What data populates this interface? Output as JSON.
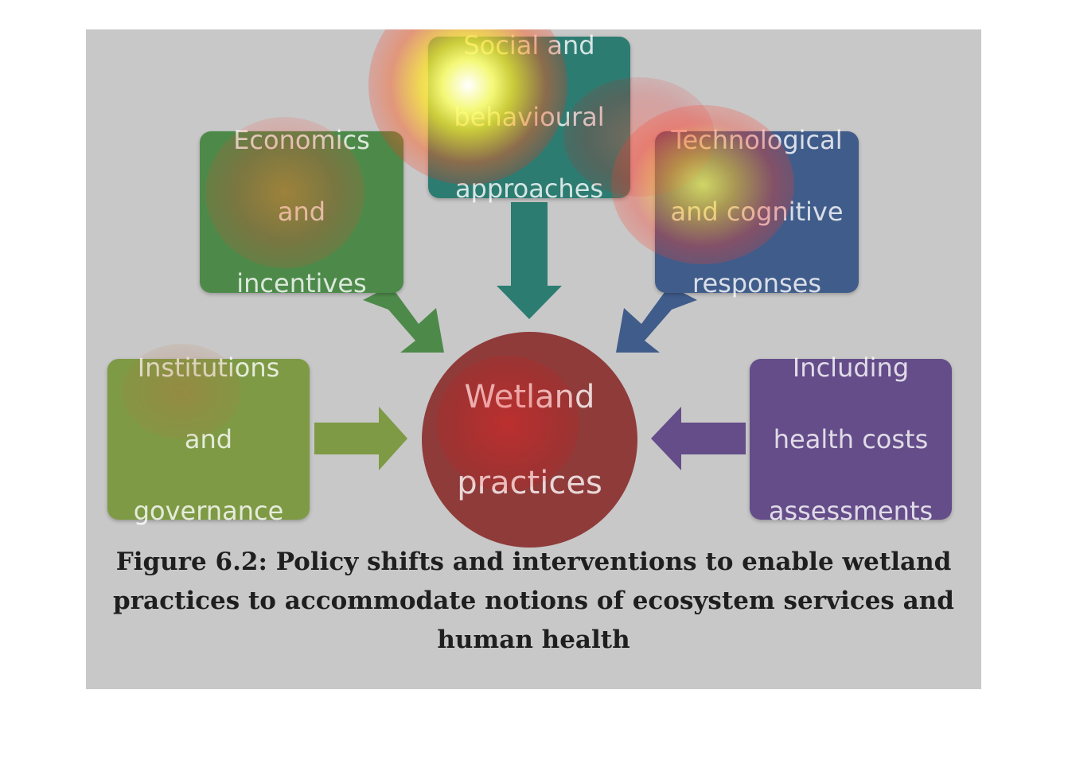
{
  "diagram": {
    "center": {
      "lines": [
        "Wetland",
        "practices"
      ],
      "color": "#8f3b3a"
    },
    "boxes": {
      "social": {
        "lines": [
          "Social and",
          "behavioural",
          "approaches"
        ],
        "color": "#2d7c72"
      },
      "economics": {
        "lines": [
          "Economics",
          "and",
          "incentives"
        ],
        "color": "#4d8a4a"
      },
      "technological": {
        "lines": [
          "Technological",
          "and cognitive",
          "responses"
        ],
        "color": "#405c8a"
      },
      "institutions": {
        "lines": [
          "Institutions",
          "and",
          "governance"
        ],
        "color": "#7e9a45"
      },
      "health": {
        "lines": [
          "Including",
          "health costs",
          "assessments"
        ],
        "color": "#644d89"
      }
    },
    "panel_color": "#c8c8c8"
  },
  "caption": {
    "lines": [
      "Figure 6.2: Policy shifts and interventions to enable wetland",
      "practices to accommodate notions of ecosystem services and",
      "human health"
    ]
  }
}
